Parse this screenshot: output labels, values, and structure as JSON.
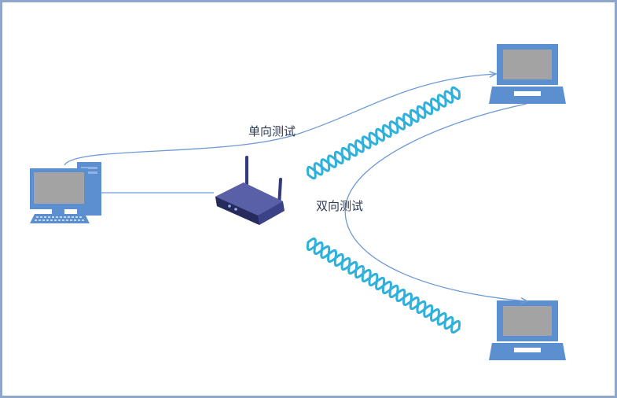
{
  "diagram": {
    "labels": {
      "one_way": "单向测试",
      "two_way": "双向测试"
    },
    "nodes": [
      {
        "name": "desktop-computer",
        "icon": "desktop-computer-icon"
      },
      {
        "name": "wireless-router",
        "icon": "wifi-router-icon"
      },
      {
        "name": "laptop-top",
        "icon": "laptop-icon"
      },
      {
        "name": "laptop-bottom",
        "icon": "laptop-icon"
      }
    ],
    "colors": {
      "frame": "#8fa6cc",
      "device_blue": "#5b8fd0",
      "device_screen": "#a3a3a3",
      "router": "#33397a",
      "line": "#6d9ad6",
      "wave": "#2fb1dc",
      "text": "#2f3b55"
    }
  }
}
